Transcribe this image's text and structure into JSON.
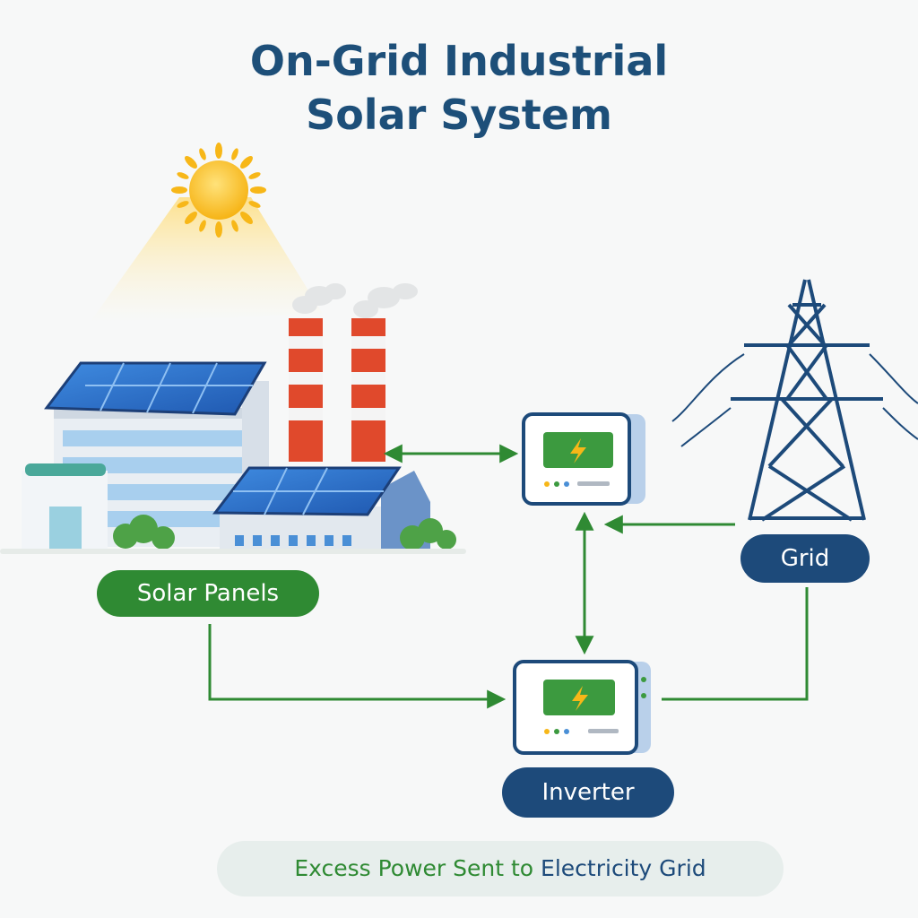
{
  "title": {
    "line1": "On-Grid Industrial",
    "line2": "Solar System"
  },
  "labels": {
    "solar_panels": "Solar Panels",
    "grid": "Grid",
    "inverter": "Inverter"
  },
  "footer": {
    "part1": "Excess Power Sent to",
    "part2": "Electricity Grid"
  },
  "colors": {
    "title": "#1d4f79",
    "green": "#2f8a33",
    "navy": "#1d4a7a",
    "sun": "#f7b718",
    "panel_blue": "#2a6fc8",
    "chimney_red": "#e0492c"
  },
  "icons": [
    "sun-icon",
    "lightning-icon",
    "power-tower-icon",
    "factory-icon",
    "arrow-icon"
  ]
}
